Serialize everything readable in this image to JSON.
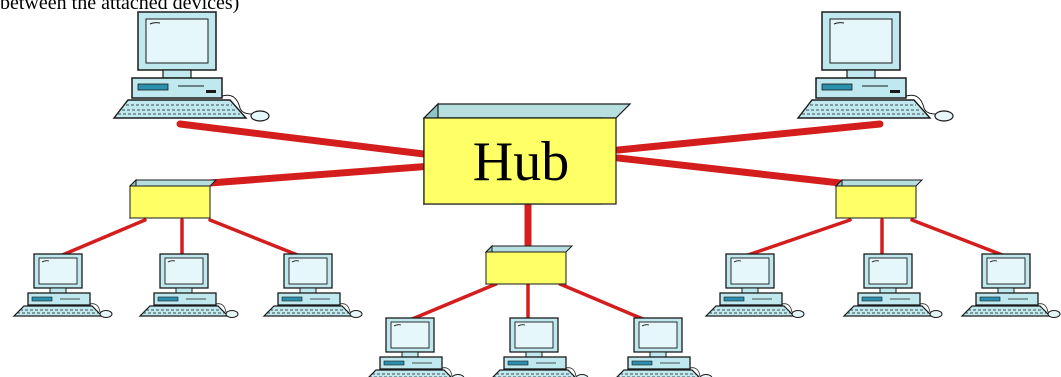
{
  "caption": "between the attached devices)",
  "hub": {
    "label": "Hub"
  },
  "colors": {
    "link": "#d41e1e",
    "hub_fill": "#ffff66",
    "hub_side": "#8fc4c6",
    "monitor": "#bfe9ee",
    "screen": "#e6f7fb",
    "outline": "#1a1a1a"
  },
  "topology": {
    "root": "Hub",
    "primary_links": [
      "workstation-top-left",
      "workstation-top-right",
      "switch-left",
      "switch-center",
      "switch-right"
    ],
    "switches": [
      {
        "id": "switch-left",
        "computers": 3
      },
      {
        "id": "switch-center",
        "computers": 3
      },
      {
        "id": "switch-right",
        "computers": 3
      }
    ]
  }
}
